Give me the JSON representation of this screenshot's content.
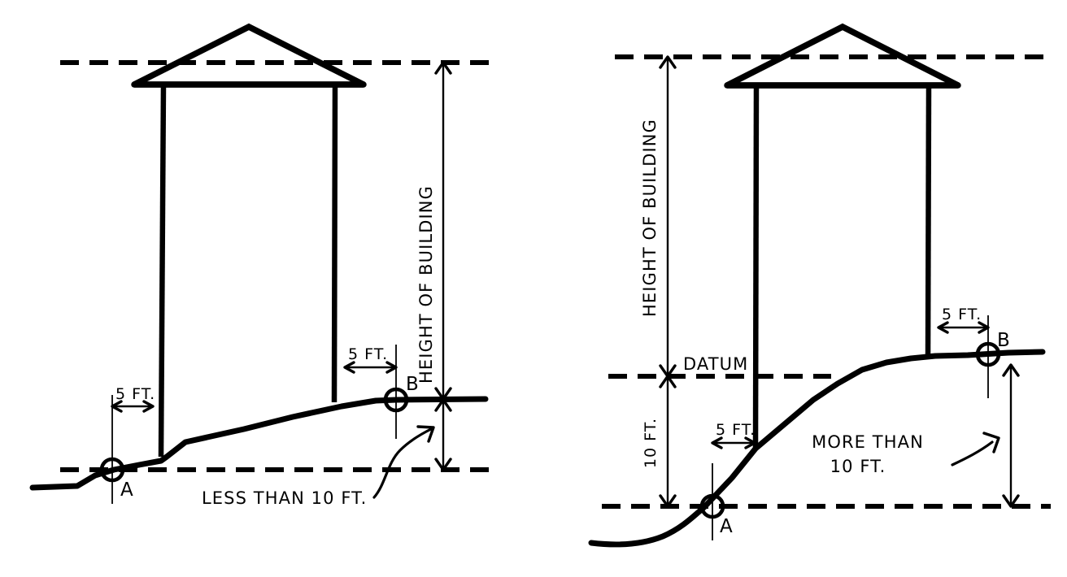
{
  "figure": {
    "kind": "architectural-section-diagram",
    "subject": "Building height measurement from average grade / datum",
    "panels": [
      {
        "id": "left",
        "name": "less-than-10-ft-grade-change",
        "labels": {
          "height_of_building": "HEIGHT OF BUILDING",
          "setback_left": "5 FT.",
          "setback_right": "5 FT.",
          "point_a": "A",
          "point_b": "B",
          "grade_note": "LESS THAN 10 FT."
        }
      },
      {
        "id": "right",
        "name": "more-than-10-ft-grade-change",
        "labels": {
          "height_of_building": "HEIGHT OF BUILDING",
          "datum": "DATUM",
          "datum_drop": "10 FT.",
          "setback_left": "5 FT.",
          "setback_right": "5 FT.",
          "point_a": "A",
          "point_b": "B",
          "grade_note_line1": "MORE THAN",
          "grade_note_line2": "10 FT."
        }
      }
    ],
    "colors": {
      "ink": "#000000",
      "background": "#ffffff"
    }
  }
}
